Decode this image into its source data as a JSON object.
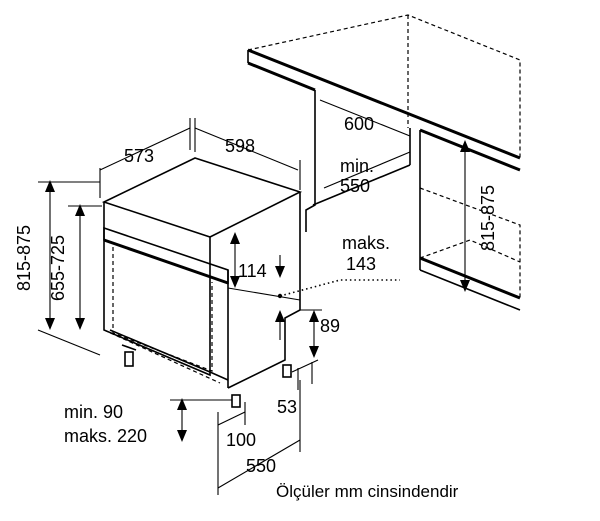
{
  "dimensions": {
    "depth": "573",
    "width": "598",
    "niche_width": "600",
    "niche_min_depth_label": "min.",
    "niche_min_depth_value": "550",
    "niche_height": "815-875",
    "total_height": "815-875",
    "body_height": "655-725",
    "panel_offset": "114",
    "max_label": "maks.",
    "max_value": "143",
    "plinth_height": "89",
    "plinth_depth": "53",
    "foot_min": "min. 90",
    "foot_max": "maks. 220",
    "foot_setback": "100",
    "base_depth": "550"
  },
  "caption": "Ölçüler mm cinsindendir"
}
